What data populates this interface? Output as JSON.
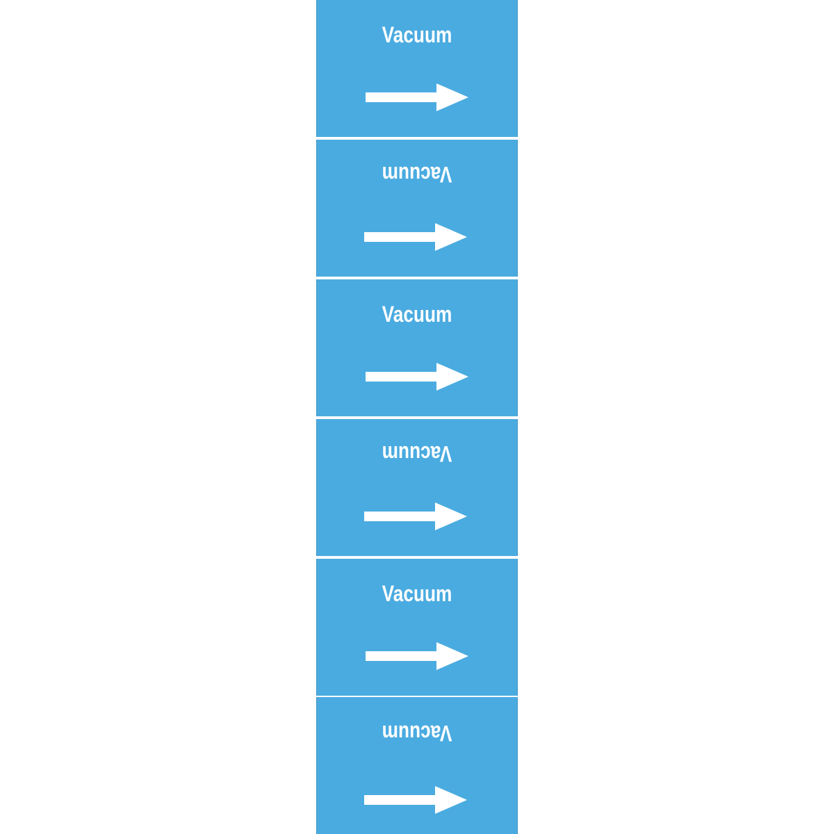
{
  "labels": [
    {
      "text": "Vacuum",
      "orientation": "upright",
      "direction": "right"
    },
    {
      "text": "Vacuum",
      "orientation": "inverted",
      "direction": "right"
    },
    {
      "text": "Vacuum",
      "orientation": "upright",
      "direction": "right"
    },
    {
      "text": "Vacuum",
      "orientation": "inverted",
      "direction": "right"
    },
    {
      "text": "Vacuum",
      "orientation": "upright",
      "direction": "right"
    },
    {
      "text": "Vacuum",
      "orientation": "inverted",
      "direction": "right"
    }
  ],
  "colors": {
    "background": "#4aabe0",
    "foreground": "#ffffff",
    "separator": "#ffffff"
  },
  "icons": {
    "flow_arrow": "arrow-right-icon"
  }
}
